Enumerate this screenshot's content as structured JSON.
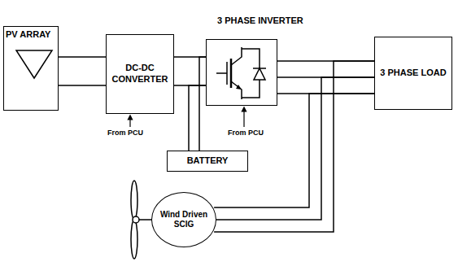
{
  "diagram": {
    "nodes": [
      {
        "text": [
          "PV ARRAY"
        ]
      },
      {
        "text": [
          "DC-DC CONVERTER"
        ]
      },
      {
        "text": [
          "3 PHASE INVERTER"
        ]
      },
      {
        "text": [
          "3 PHASE LOAD"
        ]
      },
      {
        "text": [
          "BATTERY"
        ]
      },
      {
        "text": [
          "Wind Driven SCIG"
        ]
      }
    ],
    "edges": [
      {
        "from": 0,
        "to": 1,
        "arrow": "none"
      },
      {
        "from": 1,
        "to": 2,
        "arrow": "none"
      },
      {
        "from": 2,
        "to": 3,
        "arrow": "none"
      },
      {
        "from": 4,
        "to": 2,
        "arrow": "none"
      },
      {
        "from": 5,
        "to": 3,
        "arrow": "none"
      }
    ],
    "labels": [
      "From PCU",
      "From PCU"
    ]
  }
}
